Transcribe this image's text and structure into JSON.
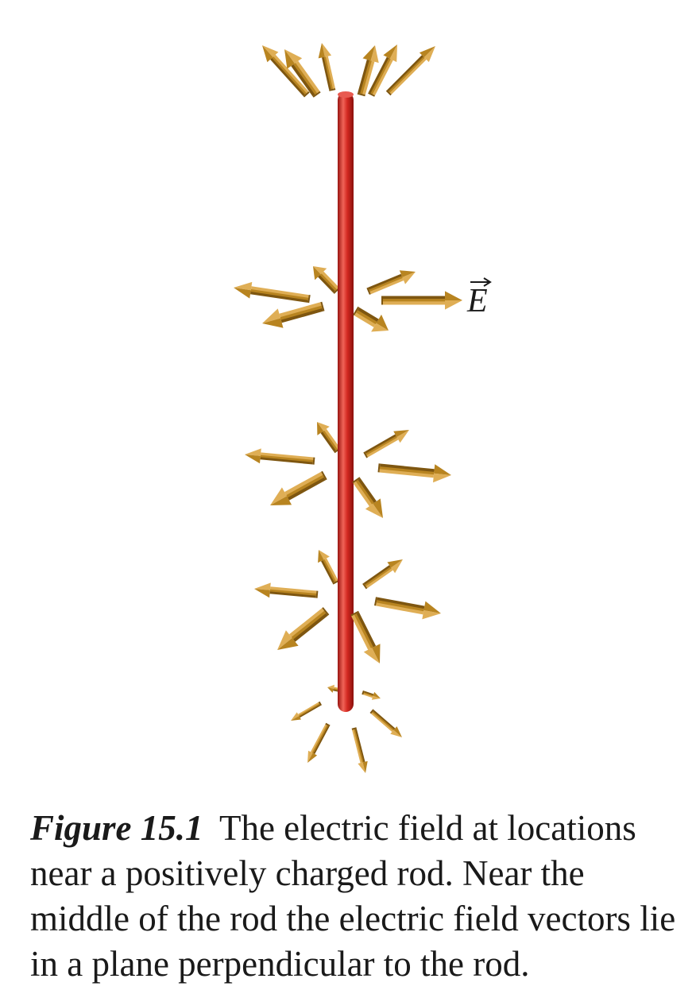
{
  "figure": {
    "field_symbol": "E",
    "caption_number": "Figure 15.1",
    "caption_text": "The electric field at locations near a positively charged rod. Near the middle of the rod the electric field vectors lie in a plane perpendicular to the rod."
  },
  "colors": {
    "rod": "#d42a22",
    "rod_highlight": "#f06458",
    "rod_shadow": "#9a1410",
    "arrow": "#b88420",
    "arrow_highlight": "#dfae55",
    "arrow_shadow": "#7e5610"
  }
}
